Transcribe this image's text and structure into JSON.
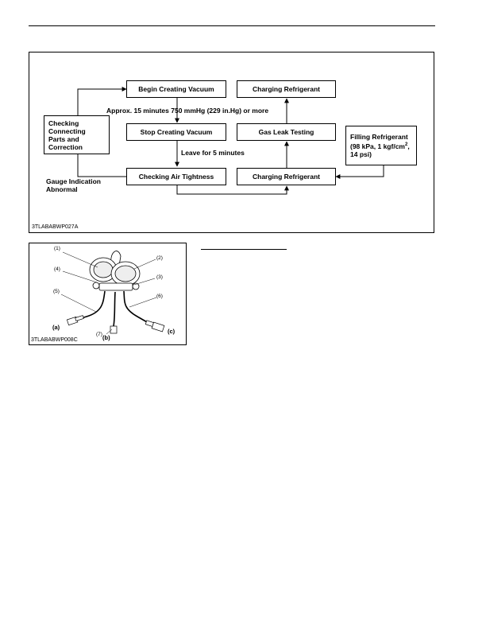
{
  "flowchart": {
    "begin_vacuum": "Begin Creating Vacuum",
    "charging_top": "Charging Refrigerant",
    "checking_connecting": [
      "Checking",
      "Connecting",
      "Parts and",
      "Correction"
    ],
    "approx_note": "Approx. 15 minutes 750 mmHg (229 in.Hg) or more",
    "stop_vacuum": "Stop Creating Vacuum",
    "gas_leak": "Gas Leak Testing",
    "filling": [
      "Filling Refrigerant",
      "(98 kPa, 1 kgf/cm",
      "2",
      ",",
      "14 psi)"
    ],
    "leave_note": "Leave for 5 minutes",
    "checking_air": "Checking Air Tightness",
    "charging_bottom": "Charging Refrigerant",
    "gauge_note": [
      "Gauge Indication",
      "Abnormal"
    ],
    "figure_id": "3TLABABWP027A"
  },
  "photo": {
    "labels": {
      "l1": "(1)",
      "l2": "(2)",
      "l3": "(3)",
      "l4": "(4)",
      "l5": "(5)",
      "l6": "(6)",
      "l7": "(7)",
      "la": "(a)",
      "lb": "(b)",
      "lc": "(c)"
    },
    "figure_id": "3TLABABWP008C"
  }
}
